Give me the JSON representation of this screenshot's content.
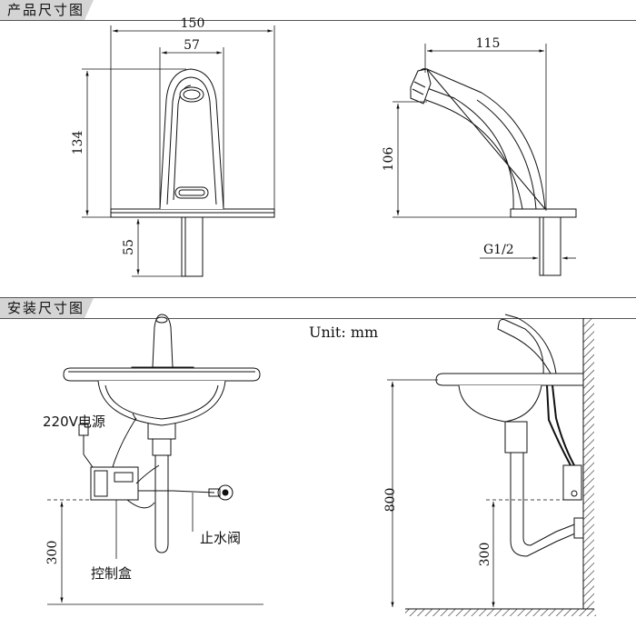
{
  "sections": {
    "product": "产品尺寸图",
    "install": "安装尺寸图"
  },
  "dimensions": {
    "width_150": "150",
    "width_57": "57",
    "height_134": "134",
    "height_55": "55",
    "depth_115": "115",
    "height_106": "106",
    "thread": "G1/2",
    "install_800": "800",
    "install_300_left": "300",
    "install_300_right": "300"
  },
  "labels": {
    "unit": "Unit: mm",
    "power": "220V电源",
    "valve": "止水阀",
    "control_box": "控制盒"
  }
}
